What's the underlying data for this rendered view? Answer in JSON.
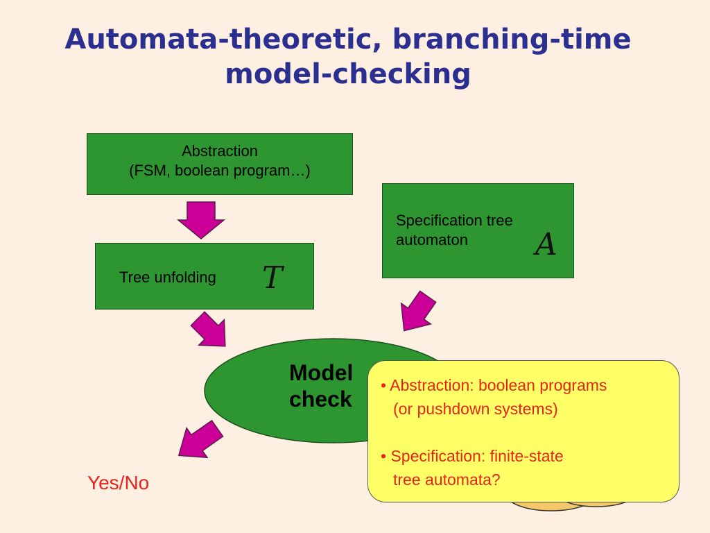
{
  "title": {
    "line1": "Automata-theoretic, branching-time",
    "line2": "model-checking"
  },
  "abstraction_box": {
    "line1": "Abstraction",
    "line2": "(FSM, boolean program…)"
  },
  "tree_box": {
    "label": "Tree unfolding",
    "symbol": "T"
  },
  "spec_box": {
    "line1": "Specification tree",
    "line2": "automaton",
    "symbol": "A"
  },
  "model_checker": {
    "line1": "Model",
    "line2": "check"
  },
  "result": "Yes/No",
  "note": {
    "item1_line1": "• Abstraction: boolean programs",
    "item1_line2": "(or pushdown systems)",
    "item2_line1": "• Specification: finite-state",
    "item2_line2": "tree automata?"
  },
  "colors": {
    "background": "#fdf0e2",
    "title": "#2b2f8f",
    "box_fill": "#2e9630",
    "arrow_fill": "#cc0099",
    "note_fill": "#ffff66",
    "note_text": "#e8231a",
    "hidden_ellipse": "#f4c86a"
  }
}
